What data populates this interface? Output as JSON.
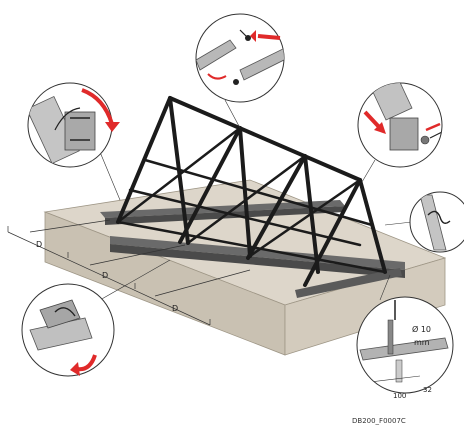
{
  "dimensions": {
    "spacing_label": "D",
    "bolt_diameter": "Ø 10",
    "bolt_unit": "mm",
    "distance_a": "100",
    "distance_b": "32"
  },
  "drawing_code": "DB200_F0007C",
  "colors": {
    "frame": "#1b1b1b",
    "slab_top": "#ddd6ca",
    "slab_side": "#c9c1b2",
    "beam": "#5a5a5a",
    "arrow": "#e02a2a",
    "detail_metal": "#b8b8b8"
  }
}
